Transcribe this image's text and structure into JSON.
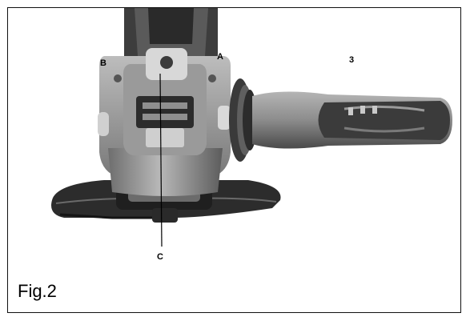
{
  "figure": {
    "caption": "Fig.2",
    "callouts": {
      "a": "A",
      "b": "B",
      "c": "C",
      "handle": "3"
    }
  },
  "colors": {
    "tool_body": "#8a8a8a",
    "tool_dark": "#2b2b2b",
    "tool_light": "#c9c9c9",
    "grip_dark": "#3a3a3a",
    "grip_light": "#a8a8a8"
  }
}
